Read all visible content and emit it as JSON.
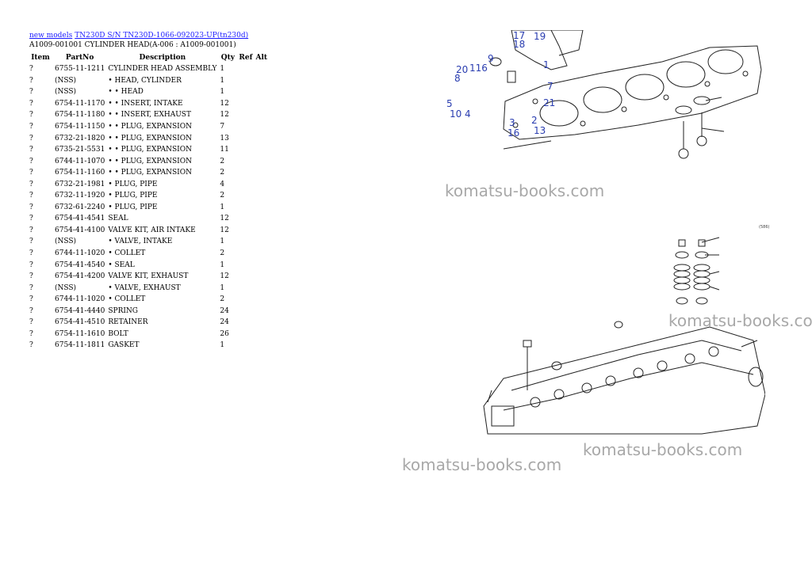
{
  "breadcrumb": {
    "link1": "new models",
    "link2": "TN230D S/N TN230D-1066-092023-UP(tn230d)"
  },
  "page_title": "A1009-001001 CYLINDER HEAD(A-006 : A1009-001001)",
  "table": {
    "headers": {
      "item": "Item",
      "partno": "PartNo",
      "description": "Description",
      "qty": "Qty",
      "ref": "Ref",
      "alt": "Alt"
    },
    "rows": [
      {
        "item": "?",
        "partno": "6755-11-1211",
        "description": "CYLINDER HEAD ASSEMBLY",
        "qty": "1"
      },
      {
        "item": "?",
        "partno": "(NSS)",
        "description": "• HEAD, CYLINDER",
        "qty": "1"
      },
      {
        "item": "?",
        "partno": "(NSS)",
        "description": "• • HEAD",
        "qty": "1"
      },
      {
        "item": "?",
        "partno": "6754-11-1170",
        "description": "• • INSERT, INTAKE",
        "qty": "12"
      },
      {
        "item": "?",
        "partno": "6754-11-1180",
        "description": "• • INSERT, EXHAUST",
        "qty": "12"
      },
      {
        "item": "?",
        "partno": "6754-11-1150",
        "description": "• • PLUG, EXPANSION",
        "qty": "7"
      },
      {
        "item": "?",
        "partno": "6732-21-1820",
        "description": "• • PLUG, EXPANSION",
        "qty": "13"
      },
      {
        "item": "?",
        "partno": "6735-21-5531",
        "description": "• • PLUG, EXPANSION",
        "qty": "11"
      },
      {
        "item": "?",
        "partno": "6744-11-1070",
        "description": "• • PLUG, EXPANSION",
        "qty": "2"
      },
      {
        "item": "?",
        "partno": "6754-11-1160",
        "description": "• • PLUG, EXPANSION",
        "qty": "2"
      },
      {
        "item": "?",
        "partno": "6732-21-1981",
        "description": "• PLUG, PIPE",
        "qty": "4"
      },
      {
        "item": "?",
        "partno": "6732-11-1920",
        "description": "• PLUG, PIPE",
        "qty": "2"
      },
      {
        "item": "?",
        "partno": "6732-61-2240",
        "description": "• PLUG, PIPE",
        "qty": "1"
      },
      {
        "item": "?",
        "partno": "6754-41-4541",
        "description": "SEAL",
        "qty": "12"
      },
      {
        "item": "?",
        "partno": "6754-41-4100",
        "description": "VALVE KIT, AIR INTAKE",
        "qty": "12"
      },
      {
        "item": "?",
        "partno": "(NSS)",
        "description": "• VALVE, INTAKE",
        "qty": "1"
      },
      {
        "item": "?",
        "partno": "6744-11-1020",
        "description": "• COLLET",
        "qty": "2"
      },
      {
        "item": "?",
        "partno": "6754-41-4540",
        "description": "• SEAL",
        "qty": "1"
      },
      {
        "item": "?",
        "partno": "6754-41-4200",
        "description": "VALVE KIT, EXHAUST",
        "qty": "12"
      },
      {
        "item": "?",
        "partno": "(NSS)",
        "description": "• VALVE, EXHAUST",
        "qty": "1"
      },
      {
        "item": "?",
        "partno": "6744-11-1020",
        "description": "• COLLET",
        "qty": "2"
      },
      {
        "item": "?",
        "partno": "6754-41-4440",
        "description": "SPRING",
        "qty": "24"
      },
      {
        "item": "?",
        "partno": "6754-41-4510",
        "description": "RETAINER",
        "qty": "24"
      },
      {
        "item": "?",
        "partno": "6754-11-1610",
        "description": "BOLT",
        "qty": "26"
      },
      {
        "item": "?",
        "partno": "6754-11-1811",
        "description": "GASKET",
        "qty": "1"
      }
    ]
  },
  "diagram": {
    "callouts": [
      "20",
      "8",
      "116",
      "9",
      "7",
      "21",
      "1",
      "5",
      "10",
      "4",
      "3",
      "16",
      "2",
      "13",
      "17",
      "18",
      "19"
    ],
    "tag": "(586)"
  },
  "watermark": "komatsu-books.com",
  "colors": {
    "link": "#1a1aff",
    "callout": "#2a3db0",
    "watermark": "#a8a8a8"
  }
}
